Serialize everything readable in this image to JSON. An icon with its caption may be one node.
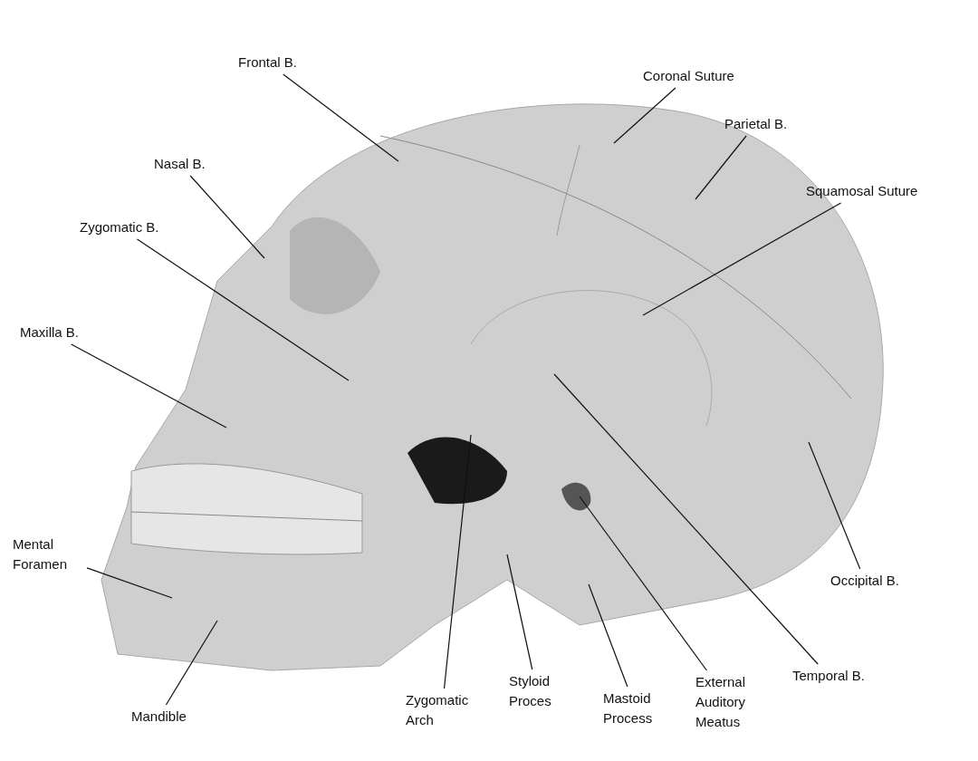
{
  "diagram": {
    "nodes": [
      {
        "text": [
          "Frontal B."
        ]
      },
      {
        "text": [
          "Coronal Suture"
        ]
      },
      {
        "text": [
          "Parietal B."
        ]
      },
      {
        "text": [
          "Nasal B."
        ]
      },
      {
        "text": [
          "Squamosal Suture"
        ]
      },
      {
        "text": [
          "Zygomatic B."
        ]
      },
      {
        "text": [
          "Maxilla B."
        ]
      },
      {
        "text": [
          "Mental Foramen"
        ]
      },
      {
        "text": [
          "Occipital B."
        ]
      },
      {
        "text": [
          "Mandible"
        ]
      },
      {
        "text": [
          "Zygomatic Arch"
        ]
      },
      {
        "text": [
          "Styloid Proces"
        ]
      },
      {
        "text": [
          "Mastoid Process"
        ]
      },
      {
        "text": [
          "External Auditory Meatus"
        ]
      },
      {
        "text": [
          "Temporal B."
        ]
      }
    ],
    "edges": [
      {
        "from": 0,
        "to": null,
        "arrow": "none"
      },
      {
        "from": 1,
        "to": null,
        "arrow": "none"
      },
      {
        "from": 2,
        "to": null,
        "arrow": "none"
      },
      {
        "from": 3,
        "to": null,
        "arrow": "none"
      },
      {
        "from": 4,
        "to": null,
        "arrow": "none"
      },
      {
        "from": 5,
        "to": null,
        "arrow": "none"
      },
      {
        "from": 6,
        "to": null,
        "arrow": "none"
      },
      {
        "from": 7,
        "to": null,
        "arrow": "none"
      },
      {
        "from": 8,
        "to": null,
        "arrow": "none"
      },
      {
        "from": 9,
        "to": null,
        "arrow": "none"
      },
      {
        "from": 10,
        "to": null,
        "arrow": "none"
      },
      {
        "from": 11,
        "to": null,
        "arrow": "none"
      },
      {
        "from": 12,
        "to": null,
        "arrow": "none"
      },
      {
        "from": 13,
        "to": null,
        "arrow": "none"
      },
      {
        "from": 14,
        "to": null,
        "arrow": "none"
      }
    ]
  }
}
